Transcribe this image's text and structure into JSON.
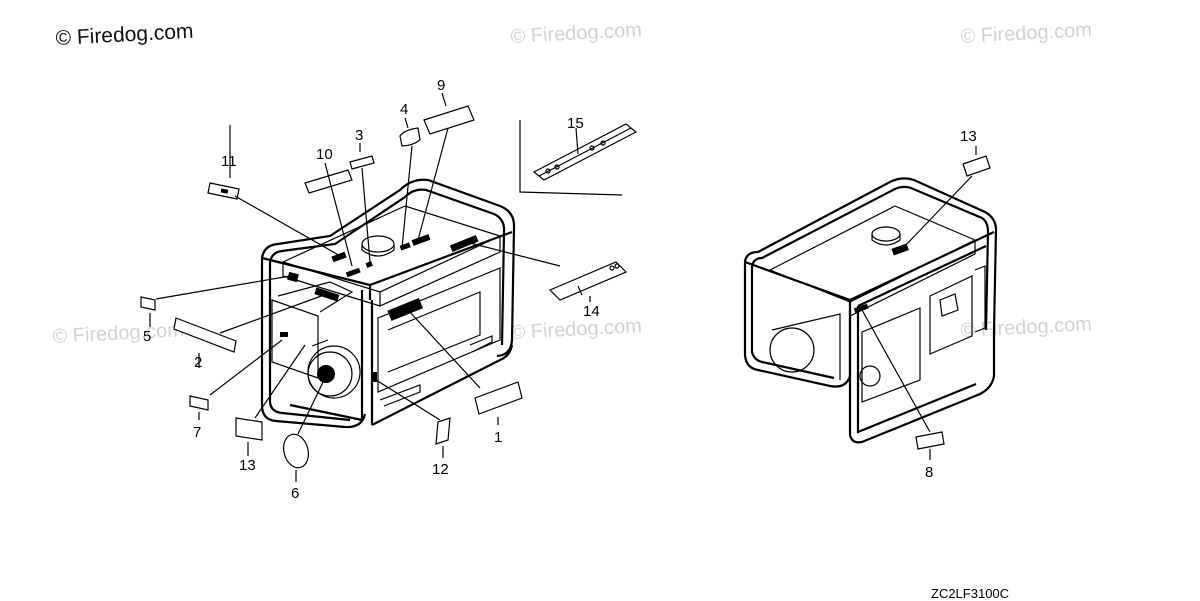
{
  "watermarks": {
    "main": "© Firedog.com",
    "top_center": "© Firedog.com",
    "top_right": "© Firedog.com",
    "mid_left": "© Firedog.com",
    "mid_center": "© Firedog.com",
    "mid_right": "© Firedog.com"
  },
  "drawing_code": "ZC2LF3100C",
  "callouts": {
    "c1": "1",
    "c2": "2",
    "c3": "3",
    "c4": "4",
    "c5": "5",
    "c6": "6",
    "c7": "7",
    "c8": "8",
    "c9": "9",
    "c10": "10",
    "c11": "11",
    "c12": "12",
    "c13a": "13",
    "c13b": "13",
    "c14": "14",
    "c15": "15"
  }
}
